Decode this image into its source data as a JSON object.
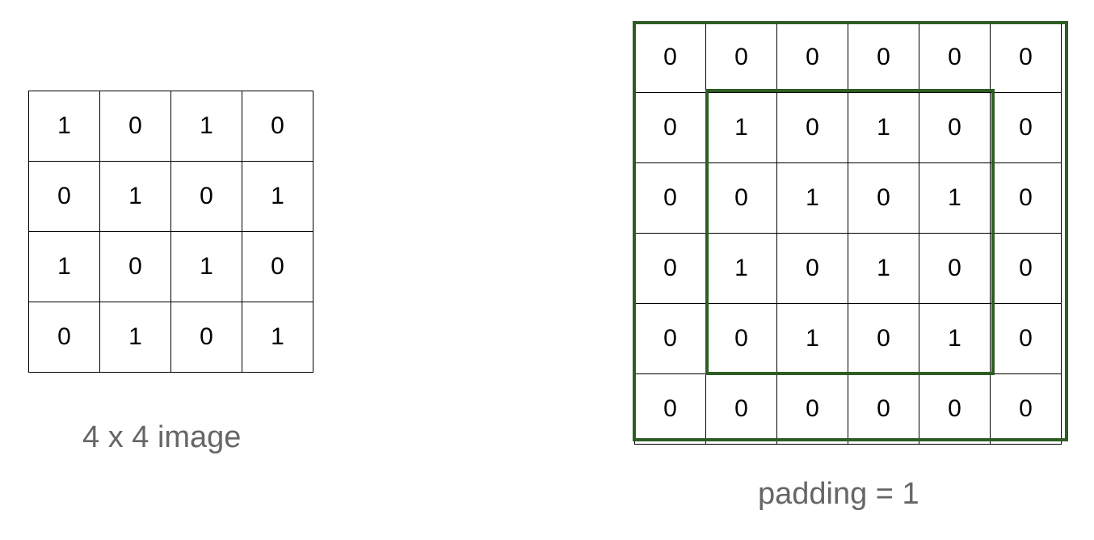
{
  "left_matrix": {
    "rows": [
      [
        "1",
        "0",
        "1",
        "0"
      ],
      [
        "0",
        "1",
        "0",
        "1"
      ],
      [
        "1",
        "0",
        "1",
        "0"
      ],
      [
        "0",
        "1",
        "0",
        "1"
      ]
    ],
    "caption": "4 x 4 image"
  },
  "right_matrix": {
    "rows": [
      [
        "0",
        "0",
        "0",
        "0",
        "0",
        "0"
      ],
      [
        "0",
        "1",
        "0",
        "1",
        "0",
        "0"
      ],
      [
        "0",
        "0",
        "1",
        "0",
        "1",
        "0"
      ],
      [
        "0",
        "1",
        "0",
        "1",
        "0",
        "0"
      ],
      [
        "0",
        "0",
        "1",
        "0",
        "1",
        "0"
      ],
      [
        "0",
        "0",
        "0",
        "0",
        "0",
        "0"
      ]
    ],
    "caption": "padding = 1"
  },
  "colors": {
    "frame": "#2e5d23",
    "caption": "#666666",
    "grid_line": "#000000"
  }
}
